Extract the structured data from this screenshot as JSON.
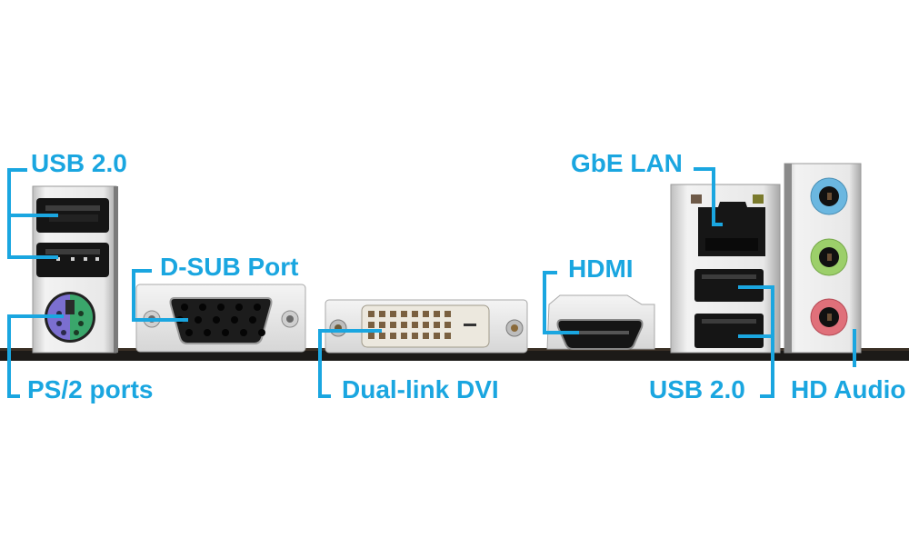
{
  "title": "Motherboard rear I/O panel",
  "accent_color": "#1aa6e0",
  "labels": {
    "usb_left": "USB 2.0",
    "dsub": "D-SUB Port",
    "ps2": "PS/2 ports",
    "dvi": "Dual-link DVI",
    "hdmi": "HDMI",
    "lan": "GbE LAN",
    "usb_right": "USB 2.0",
    "audio": "HD Audio"
  },
  "ports": [
    {
      "name": "usb-2-0-left-top",
      "type": "usb"
    },
    {
      "name": "usb-2-0-left-bottom",
      "type": "usb"
    },
    {
      "name": "ps2-combo",
      "type": "ps2",
      "colors": [
        "#7b6fd0",
        "#3aa66b"
      ]
    },
    {
      "name": "d-sub",
      "type": "vga"
    },
    {
      "name": "dual-link-dvi",
      "type": "dvi"
    },
    {
      "name": "hdmi",
      "type": "hdmi"
    },
    {
      "name": "gbe-lan",
      "type": "rj45"
    },
    {
      "name": "usb-2-0-right-top",
      "type": "usb"
    },
    {
      "name": "usb-2-0-right-bottom",
      "type": "usb"
    },
    {
      "name": "audio-line-in",
      "type": "jack",
      "color": "#6bb7e0"
    },
    {
      "name": "audio-line-out",
      "type": "jack",
      "color": "#9ccf6a"
    },
    {
      "name": "audio-mic-in",
      "type": "jack",
      "color": "#e0707a"
    }
  ]
}
